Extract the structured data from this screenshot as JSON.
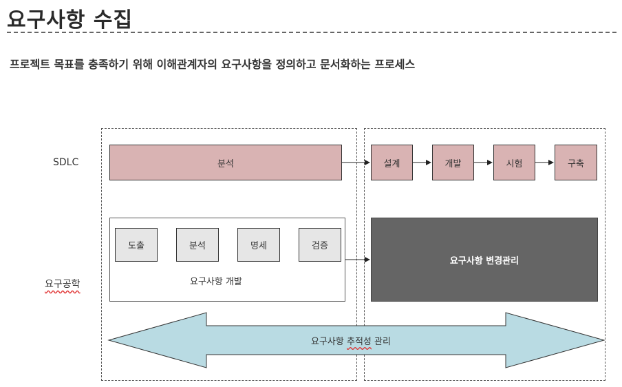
{
  "header": {
    "title": "요구사항 수집",
    "subtitle": "프로젝트 목표를 충족하기 위해 이해관계자의 요구사항을 정의하고 문서화하는 프로세스"
  },
  "rows": {
    "sdlc_label": "SDLC",
    "re_label": "요구공학"
  },
  "sdlc": {
    "analysis": "분석",
    "design": "설계",
    "development": "개발",
    "test": "시험",
    "deployment": "구축"
  },
  "requirements_dev": {
    "steps": [
      "도출",
      "분석",
      "명세",
      "검증"
    ],
    "caption": "요구사항 개발"
  },
  "change_management": "요구사항 변경관리",
  "traceability": {
    "prefix": "요구사항 ",
    "underlined": "추적성",
    "suffix": " 관리"
  },
  "colors": {
    "sdlc_box": "#d9b3b3",
    "step_box": "#e6e6e6",
    "change_box": "#656565",
    "traceability_arrow": "#b9dbe3"
  }
}
